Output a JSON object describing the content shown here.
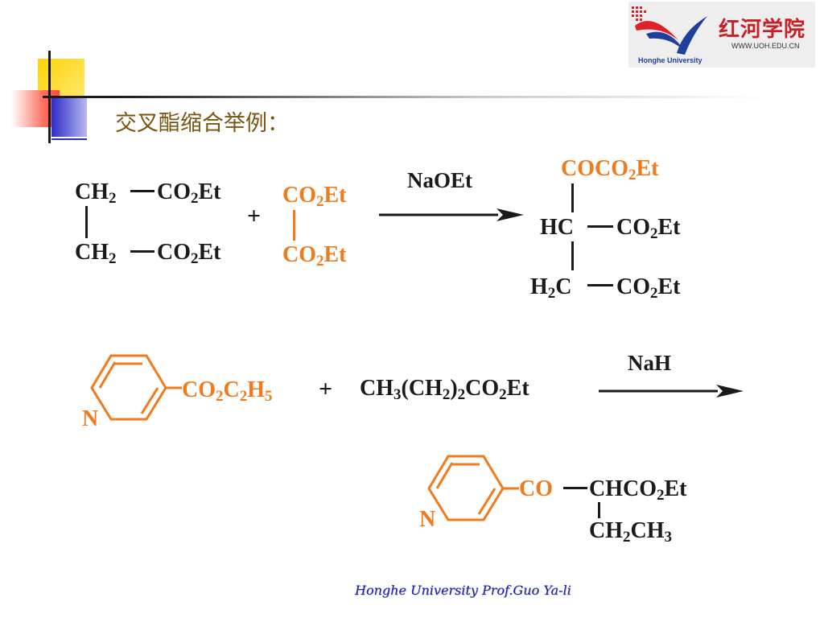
{
  "slide": {
    "title": "交叉酯缩合举例：",
    "footer": "Honghe University  Prof.Guo Ya-li"
  },
  "logo": {
    "chinese_name": "红河学院",
    "url": "WWW.UOH.EDU.CN",
    "english_name": "Honghe University"
  },
  "reaction1": {
    "reagent": "NaOEt",
    "plus": "+"
  },
  "reaction2": {
    "reagent": "NaH",
    "plus": "+"
  },
  "colors": {
    "highlight": "#f07a1c",
    "structure": "#1a1a1a",
    "title": "#7a5410",
    "footer": "#1f1fb0"
  }
}
